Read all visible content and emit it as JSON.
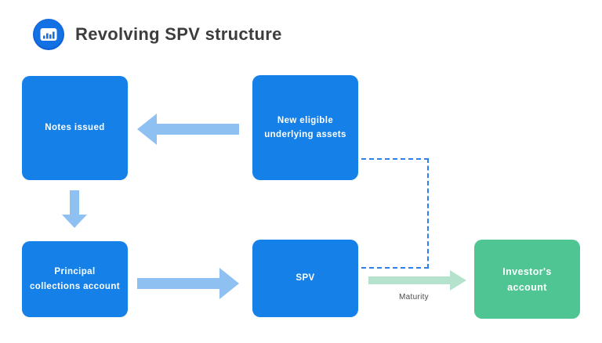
{
  "header": {
    "title": "Revolving SPV structure",
    "icon": "bar-chart-icon"
  },
  "colors": {
    "box_blue": "#1580e8",
    "box_green": "#4fc593",
    "arrow_blue": "#8fc0f2",
    "arrow_green": "#b5e2cd",
    "dash_blue": "#2f80ed",
    "title_text": "#3d3d3d",
    "label_text": "#4a4a4a",
    "icon_blue": "#1169e0"
  },
  "diagram": {
    "nodes": [
      {
        "id": "notes-issued",
        "label": "Notes issued",
        "color": "blue"
      },
      {
        "id": "new-eligible-assets",
        "label": "New eligible\nunderlying assets",
        "color": "blue"
      },
      {
        "id": "principal-collections",
        "label": "Principal\ncollections account",
        "color": "blue"
      },
      {
        "id": "spv",
        "label": "SPV",
        "color": "blue"
      },
      {
        "id": "investors-account",
        "label": "Investor's\naccount",
        "color": "green"
      }
    ],
    "edges": [
      {
        "from": "new-eligible-assets",
        "to": "notes-issued",
        "style": "solid-blue-arrow",
        "label": ""
      },
      {
        "from": "notes-issued",
        "to": "principal-collections",
        "style": "solid-blue-arrow",
        "label": ""
      },
      {
        "from": "principal-collections",
        "to": "spv",
        "style": "solid-blue-arrow",
        "label": ""
      },
      {
        "from": "spv",
        "to": "investors-account",
        "style": "solid-green-arrow",
        "label": "Maturity"
      },
      {
        "from": "new-eligible-assets",
        "to": "spv",
        "style": "dashed-blue-line",
        "label": ""
      }
    ],
    "edge_labels": {
      "maturity": "Maturity"
    }
  }
}
